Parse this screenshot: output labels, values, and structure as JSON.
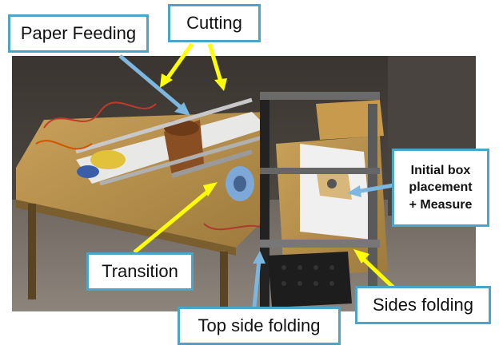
{
  "labels": {
    "paper_feeding": "Paper Feeding",
    "cutting": "Cutting",
    "initial_box": [
      "Initial box",
      "placement",
      "+ Measure"
    ],
    "transition": "Transition",
    "sides_folding": "Sides folding",
    "top_side_folding": "Top side folding"
  },
  "colors": {
    "callout_border": "#4aa5c8",
    "arrow_yellow": "#ffff00",
    "arrow_blue": "#7db7e0"
  }
}
